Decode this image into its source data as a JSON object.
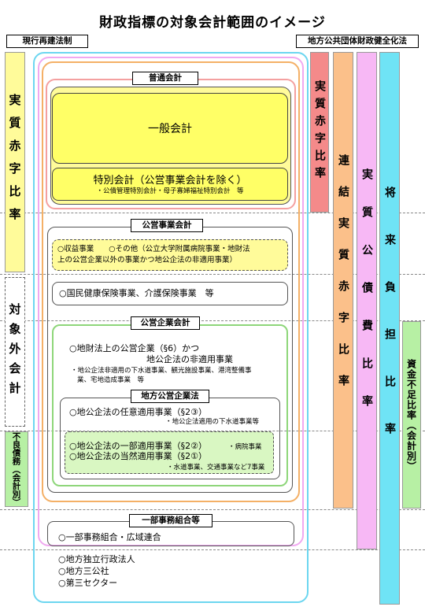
{
  "title": "財政指標の対象会計範囲のイメージ",
  "headers": {
    "left": "現行再建法制",
    "right": "地方公共団体財政健全化法"
  },
  "left_bars": {
    "jisshitsu_akaji": "実質赤字比率",
    "taishogai": "対象外会計",
    "furyo_saimu": "不良債務（会計別）"
  },
  "right_bars": {
    "jisshitsu_akaji": "実質赤字比率",
    "renketsu_akaji": "連結実質赤字比率",
    "jisshitsu_kousai": "実質公債費比率",
    "shorai_futan": "将来負担比率",
    "shikin_fusoku": "資金不足比率（会計別）"
  },
  "futsu": {
    "label": "普通会計",
    "ippan": "一般会計",
    "tokubetsu": "特別会計（公営事業会計を除く）",
    "tokubetsu_note": "・公債管理特別会計・母子寡婦福祉特別会計　等"
  },
  "koei_jigyo": {
    "label": "公営事業会計",
    "line1": "○収益事業　　○その他（公立大学附属病院事業・地財法",
    "line2": "上の公営企業以外の事業かつ地公企法の非適用事業）",
    "kokuho": "○国民健康保険事業、介護保険事業　等"
  },
  "koei_kigyo": {
    "label": "公営企業会計",
    "line1": "○地財法上の公営企業（§6）かつ",
    "line2": "地公企法の非適用事業",
    "note1": "・地公企法非適用の下水道事業、観光施設事業、港湾整備事",
    "note2": "業、宅地造成事業　等"
  },
  "chiko": {
    "label": "地方公営企業法",
    "nini1": "○地公企法の任意適用事業（§2③）",
    "nini_note": "・地公企法適用の下水道事業等",
    "ichibu": "○地公企法の一部適用事業（§2②）",
    "ichibu_note": "・病院事業",
    "tozen": "○地公企法の当然適用事業（§2①）",
    "tozen_note": "・水道事業、交通事業など7事業"
  },
  "ichibu_jimu": {
    "label": "一部事務組合等",
    "line1": "○一部事務組合・広域連合"
  },
  "others": {
    "line1": "○地方独立行政法人",
    "line2": "○地方三公社",
    "line3": "○第三セクター"
  },
  "colors": {
    "yellow_fill": "#fffb9a",
    "yellow_bright": "#ffff66",
    "orange_bar": "#fbc08a",
    "red_bar": "#f48a8a",
    "pink_bar": "#f7b8f5",
    "cyan_bar": "#6fe3f5",
    "green_bar": "#b7f0a4",
    "green_fill": "#d9f7c2",
    "outline_pink": "#f0a8f0",
    "outline_cyan": "#6cd6f0",
    "outline_orange": "#f4b066",
    "outline_green": "#8ed67a"
  }
}
